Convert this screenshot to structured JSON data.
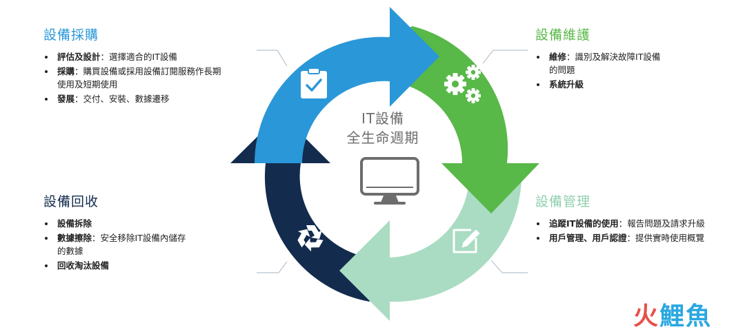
{
  "colors": {
    "procurement": "#2a97d8",
    "maintenance": "#58b848",
    "management": "#a9dcc2",
    "recycling": "#132c4e"
  },
  "center": {
    "line1": "IT設備",
    "line2": "全生命週期",
    "icon": "monitor-icon"
  },
  "stages": {
    "procurement": {
      "title": "設備採購",
      "icon": "clipboard-check-icon",
      "items": [
        {
          "term": "評估及設計",
          "desc": "：選擇適合的IT設備"
        },
        {
          "term": "採購",
          "desc": "：購買設備或採用設備訂閱服務作長期使用及短期使用"
        },
        {
          "term": "發展",
          "desc": "：交付、安裝、數據遷移"
        }
      ]
    },
    "maintenance": {
      "title": "設備維護",
      "icon": "gears-icon",
      "items": [
        {
          "term": "維修",
          "desc": "：識別及解決故障IT設備的問題"
        },
        {
          "term": "系統升級",
          "desc": ""
        }
      ]
    },
    "management": {
      "title": "設備管理",
      "icon": "edit-icon",
      "items": [
        {
          "term": "追蹤IT設備的使用",
          "desc": "：報告問題及請求升級"
        },
        {
          "term": "用戶管理、用戶認證",
          "desc": "：提供實時使用概覽"
        }
      ]
    },
    "recycling": {
      "title": "設備回收",
      "icon": "recycle-icon",
      "items": [
        {
          "term": "設備拆除",
          "desc": ""
        },
        {
          "term": "數據擦除",
          "desc": "：安全移除IT設備內儲存的數據"
        },
        {
          "term": "回收淘汰設備",
          "desc": ""
        }
      ]
    }
  },
  "watermark": {
    "part1": "火",
    "part2": "鯉魚"
  }
}
